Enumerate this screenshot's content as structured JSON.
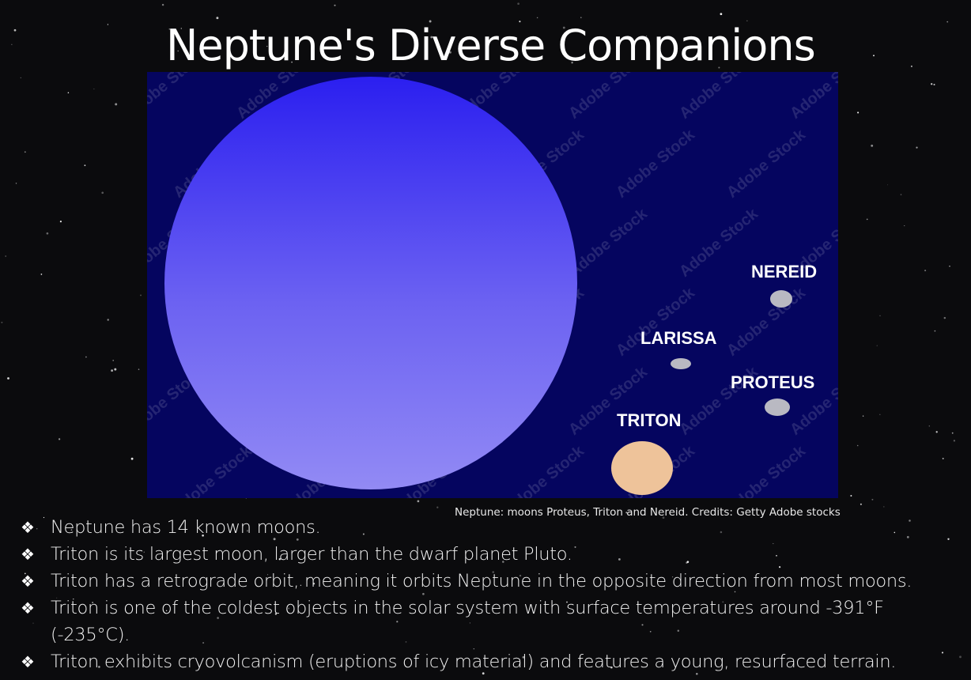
{
  "slide": {
    "title": "Neptune's Diverse Companions",
    "caption": "Neptune: moons Proteus, Triton and Nereid. Credits: Getty Adobe stocks",
    "bullet_icon": "diamond-bullet-icon"
  },
  "figure": {
    "labels": {
      "nereid": "NEREID",
      "larissa": "LARISSA",
      "proteus": "PROTEUS",
      "triton": "TRITON"
    },
    "watermark": "Adobe Stock",
    "colors": {
      "background": "#05055f",
      "planet_top": "#2b1ff0",
      "planet_bottom": "#8f87f3",
      "triton": "#eec39a",
      "small_moons": "#b9b9c2"
    }
  },
  "bullets": [
    "Neptune has 14 known moons.",
    "Triton is its largest moon, larger than the dwarf planet Pluto.",
    "Triton has a retrograde orbit, meaning it orbits Neptune in the opposite direction from most moons.",
    "Triton is one of the coldest objects in the solar system with surface temperatures around -391°F (-235°C).",
    "Triton exhibits cryovolcanism (eruptions of icy material) and features a young, resurfaced terrain."
  ]
}
